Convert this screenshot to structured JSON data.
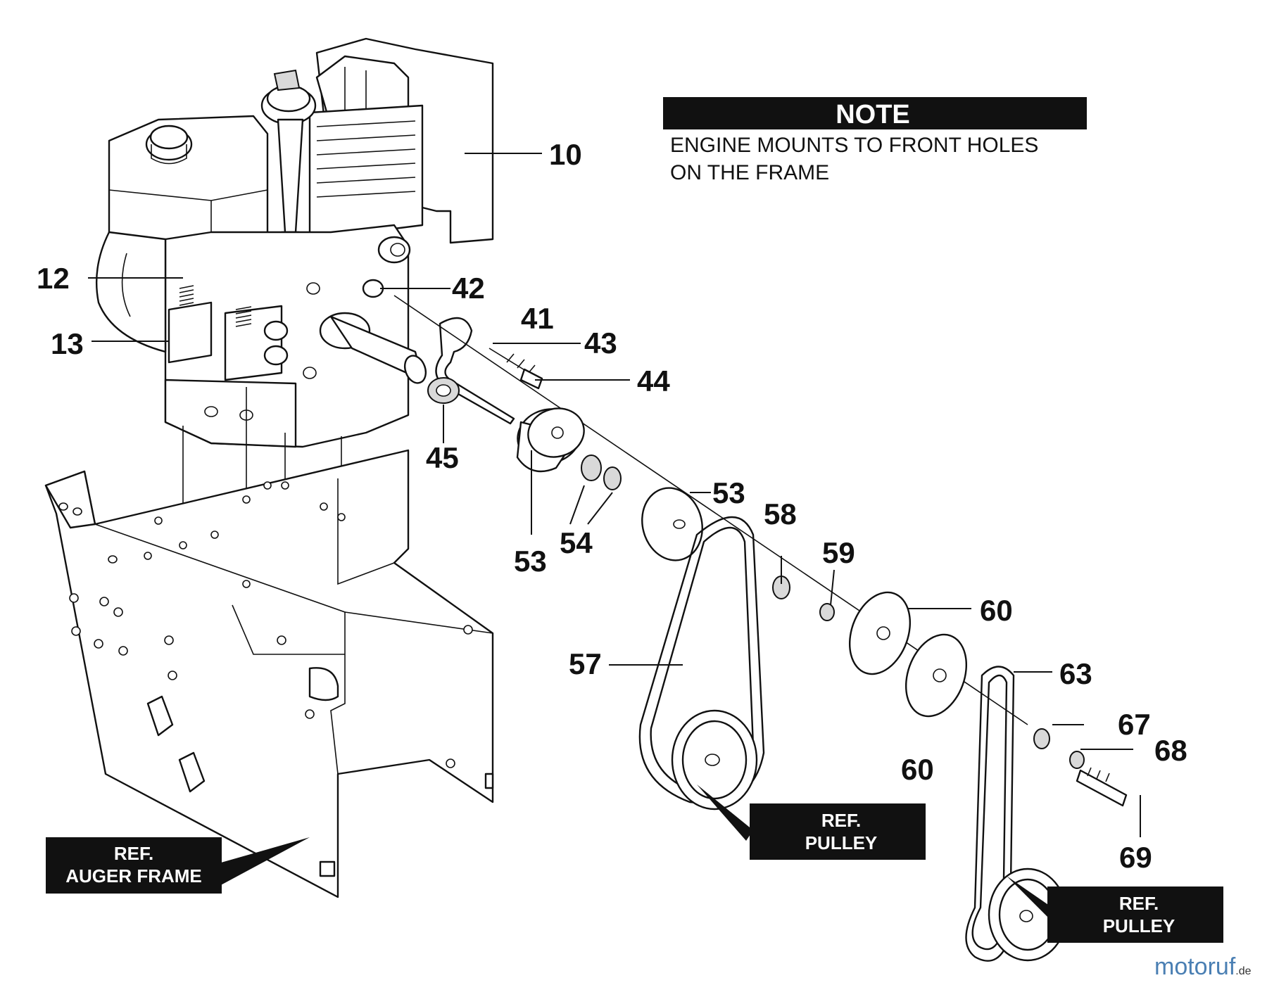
{
  "note": {
    "header": "NOTE",
    "line1": "ENGINE MOUNTS TO FRONT HOLES",
    "line2": "ON THE FRAME"
  },
  "callouts": [
    {
      "id": "10",
      "text": "10"
    },
    {
      "id": "12",
      "text": "12"
    },
    {
      "id": "13",
      "text": "13"
    },
    {
      "id": "42",
      "text": "42"
    },
    {
      "id": "41",
      "text": "41"
    },
    {
      "id": "43",
      "text": "43"
    },
    {
      "id": "44",
      "text": "44"
    },
    {
      "id": "45",
      "text": "45"
    },
    {
      "id": "53a",
      "text": "53"
    },
    {
      "id": "53b",
      "text": "53"
    },
    {
      "id": "54",
      "text": "54"
    },
    {
      "id": "58",
      "text": "58"
    },
    {
      "id": "59",
      "text": "59"
    },
    {
      "id": "60a",
      "text": "60"
    },
    {
      "id": "60b",
      "text": "60"
    },
    {
      "id": "57",
      "text": "57"
    },
    {
      "id": "63",
      "text": "63"
    },
    {
      "id": "67",
      "text": "67"
    },
    {
      "id": "68",
      "text": "68"
    },
    {
      "id": "69",
      "text": "69"
    }
  ],
  "ref_boxes": {
    "auger_frame": {
      "line1": "REF.",
      "line2": "AUGER FRAME"
    },
    "pulley_1": {
      "line1": "REF.",
      "line2": "PULLEY"
    },
    "pulley_2": {
      "line1": "REF.",
      "line2": "PULLEY"
    }
  },
  "watermark": {
    "text": "motoruf",
    "suffix": ".de"
  }
}
